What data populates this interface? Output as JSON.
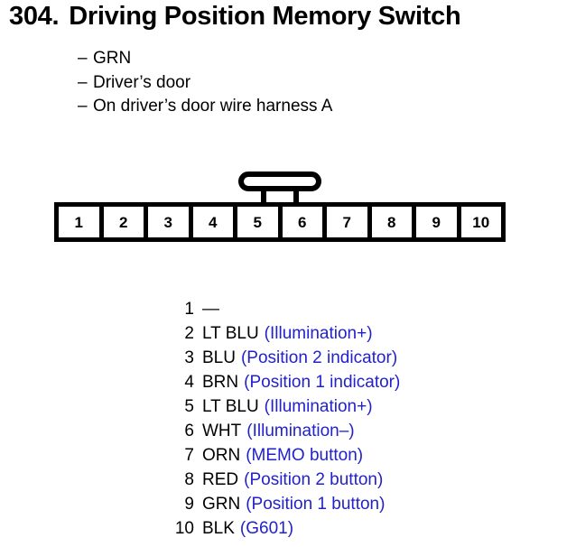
{
  "header": {
    "number": "304.",
    "title": "Driving Position Memory Switch"
  },
  "notes": {
    "dash": "–",
    "items": [
      "GRN",
      "Driver’s door",
      "On driver’s door wire harness A"
    ]
  },
  "connector": {
    "cells": [
      "1",
      "2",
      "3",
      "4",
      "5",
      "6",
      "7",
      "8",
      "9",
      "10"
    ],
    "latch_between_pins": "5-6"
  },
  "pin_list": {
    "description_color": "#2222cc",
    "rows": [
      {
        "num": "1",
        "wire": "—",
        "desc": ""
      },
      {
        "num": "2",
        "wire": "LT BLU",
        "desc": "(Illumination+)"
      },
      {
        "num": "3",
        "wire": "BLU",
        "desc": "(Position 2 indicator)"
      },
      {
        "num": "4",
        "wire": "BRN",
        "desc": "(Position 1 indicator)"
      },
      {
        "num": "5",
        "wire": "LT BLU",
        "desc": "(Illumination+)"
      },
      {
        "num": "6",
        "wire": "WHT",
        "desc": "(Illumination–)"
      },
      {
        "num": "7",
        "wire": "ORN",
        "desc": "(MEMO button)"
      },
      {
        "num": "8",
        "wire": "RED",
        "desc": "(Position 2 button)"
      },
      {
        "num": "9",
        "wire": "GRN",
        "desc": "(Position 1 button)"
      },
      {
        "num": "10",
        "wire": "BLK",
        "desc": "(G601)"
      }
    ]
  }
}
